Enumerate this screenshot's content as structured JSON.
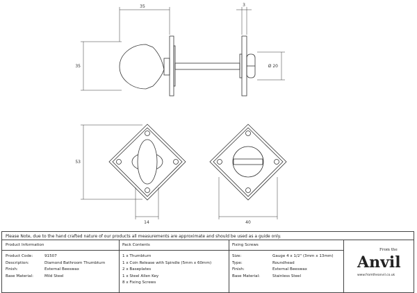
{
  "dimensions": {
    "knob_width": "35",
    "plate_thickness": "3",
    "knob_height": "35",
    "diameter": "Ø 20",
    "plate_height": "53",
    "thumbturn_width": "14",
    "release_width": "40"
  },
  "note": "Please Note, due to the hand crafted nature of our products all measurements are approximate and should be used as a guide only.",
  "product_information": {
    "title": "Product Information",
    "rows": [
      {
        "key": "Product Code:",
        "value": "91507"
      },
      {
        "key": "Description:",
        "value": "Diamond Bathroom Thumbturn"
      },
      {
        "key": "Finish:",
        "value": "External Beeswax"
      },
      {
        "key": "Base Material:",
        "value": "Mild Steel"
      }
    ]
  },
  "pack_contents": {
    "title": "Pack Contents",
    "items": [
      "1 x Thumbturn",
      "1 x Coin Release with Spindle (5mm x 60mm)",
      "2 x Baseplates",
      "1 x Steel Allen Key",
      "8 x Fixing Screws"
    ]
  },
  "fixing_screws": {
    "title": "Fixing Screws",
    "rows": [
      {
        "key": "Size:",
        "value": "Gauge 4 x 1/2\" (3mm x 13mm)"
      },
      {
        "key": "Type:",
        "value": "Roundhead"
      },
      {
        "key": "Finish:",
        "value": "External Beeswax"
      },
      {
        "key": "Base Material:",
        "value": "Stainless Steel"
      }
    ]
  },
  "logo": {
    "from": "From the",
    "name": "Anvil",
    "url": "www.fromtheanvil.co.uk"
  }
}
